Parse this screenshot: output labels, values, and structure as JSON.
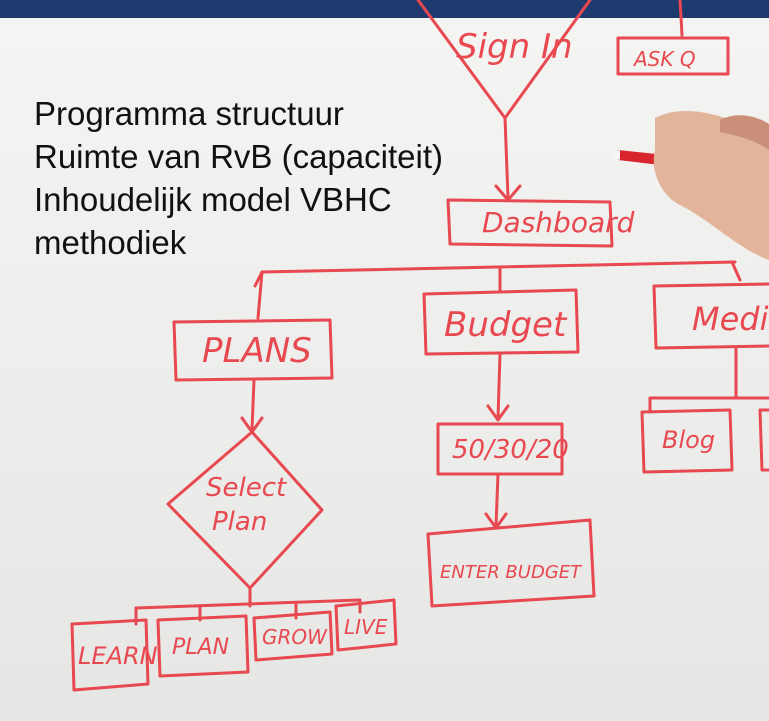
{
  "slide": {
    "lines": [
      "Programma structuur",
      "Ruimte van RvB (capaciteit)",
      "Inhoudelijk model VBHC",
      "methodiek"
    ]
  },
  "whiteboard": {
    "ink_color": "#e8484f",
    "labels": {
      "sign_in": "Sign In",
      "ask_q": "ASK Q",
      "dashboard": "Dashboard",
      "plans": "PLANS",
      "budget": "Budget",
      "media": "Media",
      "select_plan_1": "Select",
      "select_plan_2": "Plan",
      "ratio": "50/30/20",
      "enter_budget": "ENTER BUDGET",
      "blog": "Blog",
      "learn": "LEARN",
      "plan": "PLAN",
      "grow": "GROW",
      "live": "LIVE"
    }
  }
}
